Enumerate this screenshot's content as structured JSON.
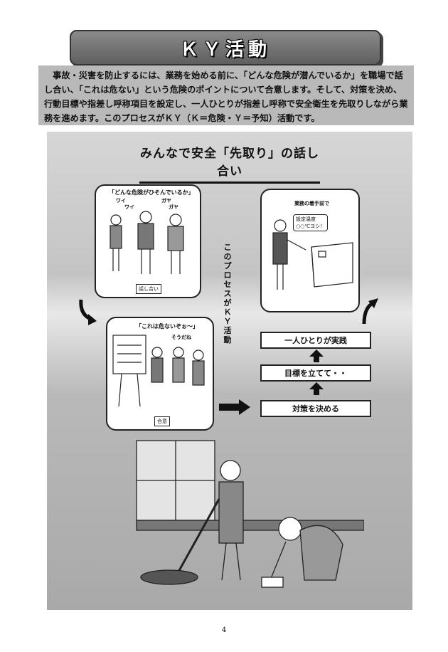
{
  "title": "ＫＹ活動",
  "intro": "　事故・災害を防止するには、業務を始める前に、「どんな危険が潜んでいるか」を職場で話し合い、「これは危ない」という危険のポイントについて合意します。そして、対策を決め、行動目標や指差し呼称項目を設定し、一人ひとりが指差し呼称で安全衛生を先取りしながら業務を進めます。このプロセスがＫＹ（Ｋ＝危険・Ｙ＝予知）活動です。",
  "panel": {
    "title": "みんなで安全「先取り」の話し合い",
    "vertical_text": "このプロセスがＫＹ活動",
    "card1": {
      "caption": "「どんな危険がひそんでいるか」",
      "sfx": [
        "ワイ",
        "ワイ",
        "ガヤ",
        "ガヤ"
      ],
      "label": "話し合い"
    },
    "card2": {
      "caption": "「これは危ないぞぉ〜」",
      "sfx": "そうだね",
      "label": "合意"
    },
    "card3": {
      "caption": "業務の着手前で",
      "bubble_line1": "設定温度",
      "bubble_line2": "○○℃ヨシ！"
    },
    "steps": [
      "一人ひとりが実践",
      "目標を立てて・・",
      "対策を決める"
    ]
  },
  "page_number": "4"
}
